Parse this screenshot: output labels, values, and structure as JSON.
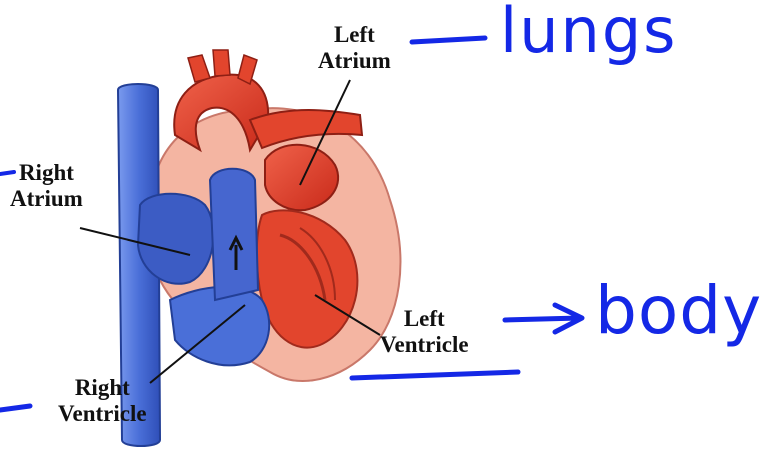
{
  "labels": {
    "left_atrium": [
      "Left",
      "Atrium"
    ],
    "right_atrium": [
      "Right",
      "Atrium"
    ],
    "right_ventricle": [
      "Right",
      "Ventricle"
    ],
    "left_ventricle": [
      "Left",
      "Ventricle"
    ]
  },
  "annotations": {
    "lungs": "lungs",
    "body": "body"
  },
  "colors": {
    "vena_cava": "#4a6fd8",
    "right_chambers": "#3c5cc4",
    "left_chambers": "#e2452d",
    "muscle": "#f2a08a",
    "ink": "#1428e6"
  }
}
